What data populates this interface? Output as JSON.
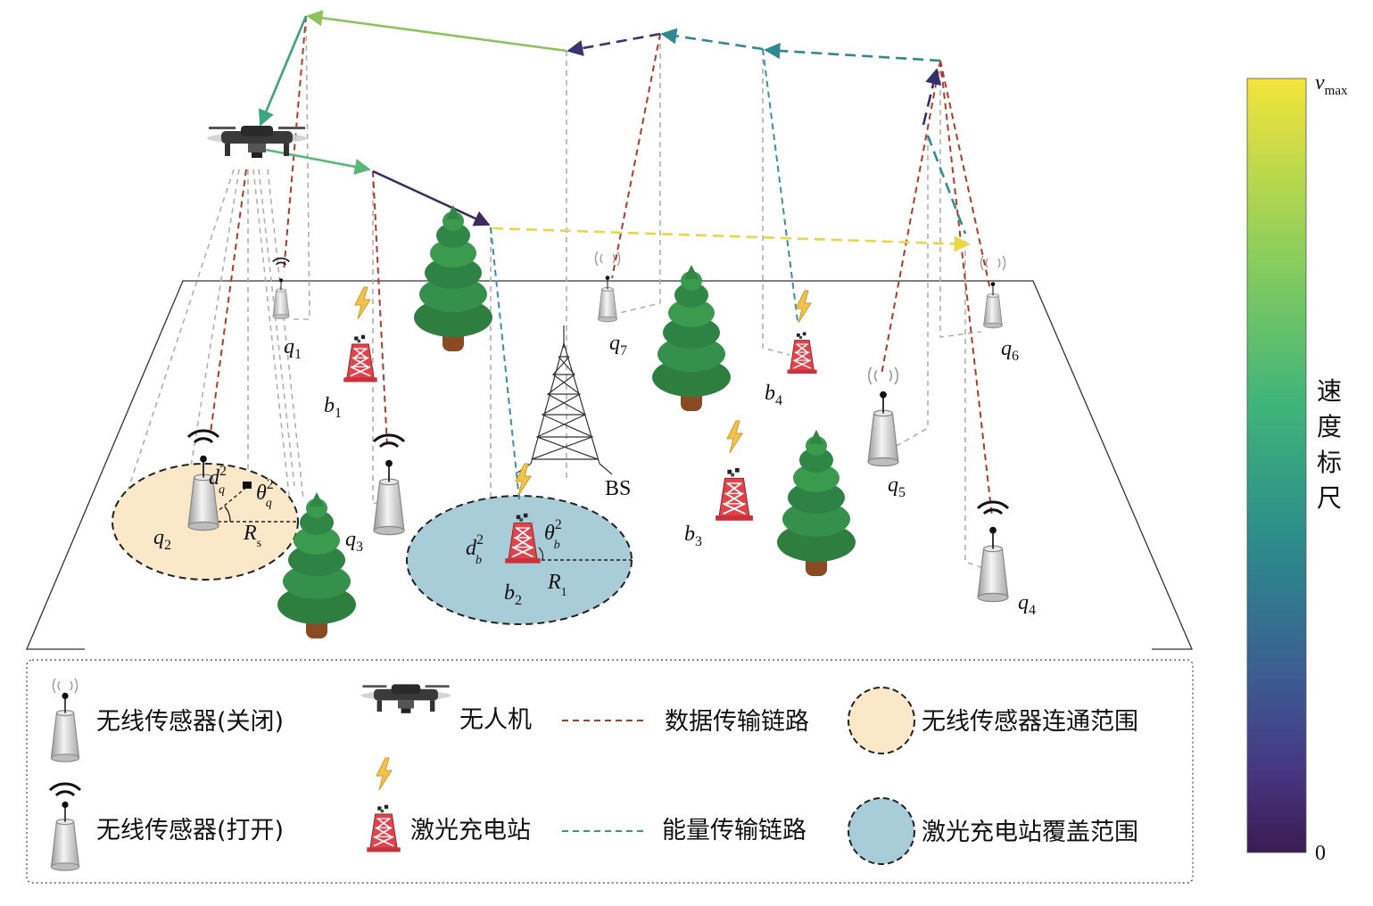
{
  "colors": {
    "data_link": "#b5392a",
    "energy_link": "#3b8fa6",
    "projection": "#b0b0b0",
    "sensor_range_fill": "#fbe8c8",
    "station_range_fill": "#a9cdd8",
    "station_red": "#d5383f",
    "tree_green": "#2f8a45",
    "bolt": "#f0c24a"
  },
  "labels": {
    "q1": "q",
    "q1_sub": "1",
    "q2": "q",
    "q2_sub": "2",
    "q3": "q",
    "q3_sub": "3",
    "q4": "q",
    "q4_sub": "4",
    "q5": "q",
    "q5_sub": "5",
    "q6": "q",
    "q6_sub": "6",
    "q7": "q",
    "q7_sub": "7",
    "b1": "b",
    "b1_sub": "1",
    "b2": "b",
    "b2_sub": "2",
    "b3": "b",
    "b3_sub": "3",
    "b4": "b",
    "b4_sub": "4",
    "bs": "BS",
    "dq": "d",
    "dq_sup": "2",
    "dq_sub": "q",
    "thq": "θ",
    "thq_sup": "2",
    "thq_sub": "q",
    "rs": "R",
    "rs_sub": "s",
    "db": "d",
    "db_sup": "2",
    "db_sub": "b",
    "thb": "θ",
    "thb_sup": "2",
    "thb_sub": "b",
    "r1": "R",
    "r1_sub": "1"
  },
  "legend": {
    "sensor_off": "无线传感器(关闭)",
    "sensor_on": "无线传感器(打开)",
    "uav": "无人机",
    "laser_station": "激光充电站",
    "data_link": "数据传输链路",
    "energy_link": "能量传输链路",
    "sensor_range": "无线传感器连通范围",
    "station_range": "激光充电站覆盖范围"
  },
  "colorbar": {
    "title_chars": [
      "速",
      "度",
      "标",
      "尺"
    ],
    "max_label": "v",
    "max_sub": "max",
    "min_label": "0",
    "stops": [
      "#f4e43a",
      "#7ccb5e",
      "#3ab07a",
      "#2c8a8a",
      "#3b5f94",
      "#44387a",
      "#3d1f55"
    ]
  },
  "trajectory_colors": [
    "#3aa67c",
    "#58b879",
    "#3d2a5e",
    "#e8d848",
    "#2f8f8a",
    "#2f8a8f",
    "#3a3470",
    "#33306a",
    "#8cc45b"
  ]
}
